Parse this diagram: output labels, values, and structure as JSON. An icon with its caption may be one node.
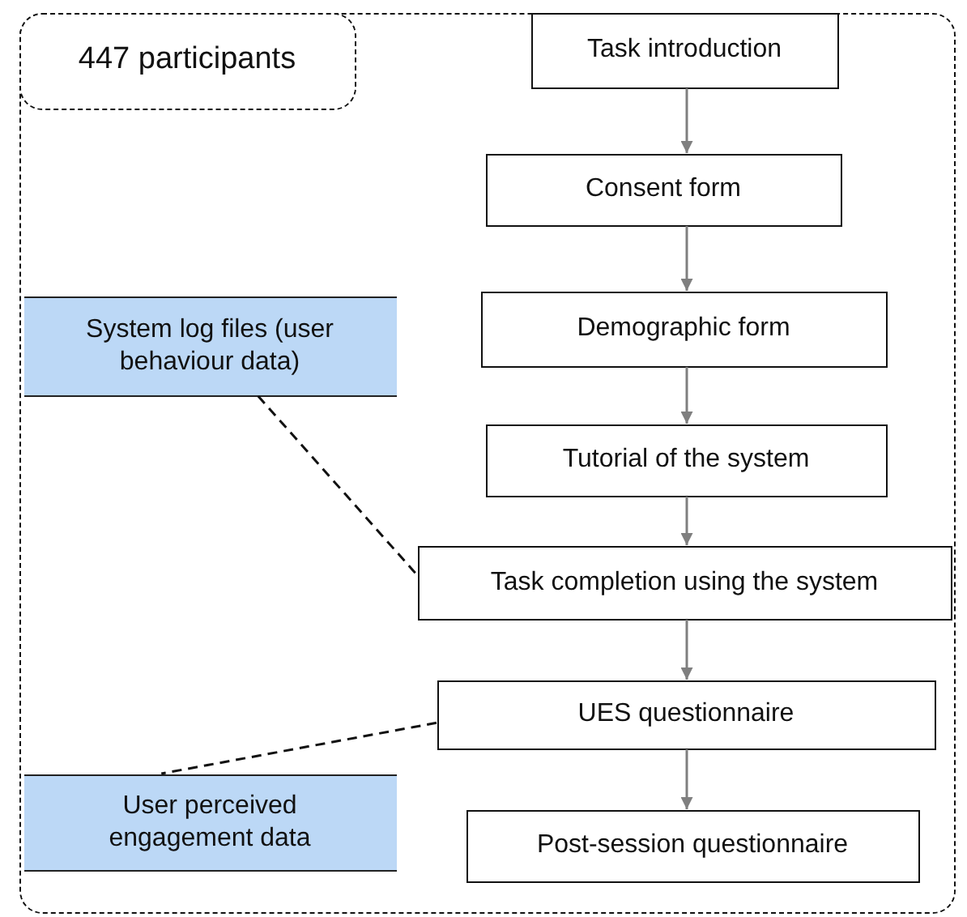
{
  "diagram": {
    "nodes": [
      {
        "text": [
          "447 participants"
        ]
      },
      {
        "text": [
          "Task introduction"
        ],
        "in": 0
      },
      {
        "text": [
          "Consent form"
        ],
        "in": 0
      },
      {
        "text": [
          "System log files (user behaviour data)"
        ],
        "in": 0
      },
      {
        "text": [
          "Demographic form"
        ],
        "in": 0
      },
      {
        "text": [
          "Tutorial of the system"
        ],
        "in": 0
      },
      {
        "text": [
          "Task completion using the system"
        ],
        "in": 0
      },
      {
        "text": [
          "UES questionnaire"
        ],
        "in": 0
      },
      {
        "text": [
          "User perceived engagement data"
        ],
        "in": 0
      },
      {
        "text": [
          "Post-session questionnaire"
        ],
        "in": 0
      }
    ],
    "edges": [
      {
        "from": 1,
        "to": 2,
        "arrow": "to"
      },
      {
        "from": 2,
        "to": 4,
        "arrow": "to"
      },
      {
        "from": 4,
        "to": 5,
        "arrow": "to"
      },
      {
        "from": 5,
        "to": 6,
        "arrow": "to"
      },
      {
        "from": 6,
        "to": 7,
        "arrow": "to"
      },
      {
        "from": 7,
        "to": 9,
        "arrow": "to"
      },
      {
        "from": 3,
        "to": 6,
        "arrow": "none",
        "style": "dashed",
        "color": "#111111"
      },
      {
        "from": 7,
        "to": 8,
        "arrow": "none",
        "style": "dashed",
        "color": "#111111"
      }
    ]
  }
}
